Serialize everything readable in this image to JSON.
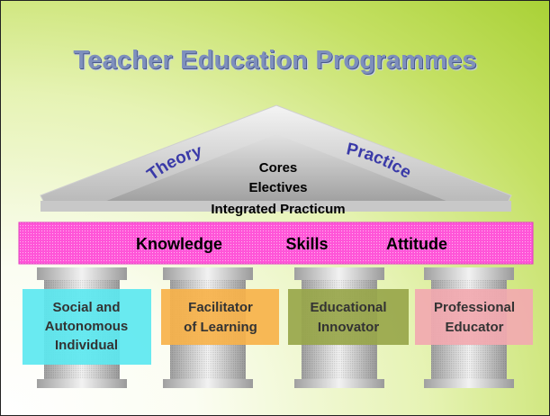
{
  "slide": {
    "title": "Teacher Education Programmes",
    "roof": {
      "left_label": "Theory",
      "right_label": "Practice",
      "lines": [
        "Cores",
        "Electives",
        "Integrated Practicum"
      ]
    },
    "beam": {
      "items": [
        "Knowledge",
        "Skills",
        "Attitude"
      ]
    },
    "pillars": [
      {
        "lines": [
          "Social and",
          "Autonomous",
          "Individual"
        ],
        "color": "#5ce8f0"
      },
      {
        "lines": [
          "Facilitator",
          "of Learning"
        ],
        "color": "#f7b24a"
      },
      {
        "lines": [
          "Educational",
          "Innovator"
        ],
        "color": "#98a64a"
      },
      {
        "lines": [
          "Professional",
          "Educator"
        ],
        "color": "#f2a9b0"
      }
    ],
    "colors": {
      "beam": "#ff4dd5",
      "roof_text": "#3434a6",
      "title": "#7e8fbd"
    }
  }
}
